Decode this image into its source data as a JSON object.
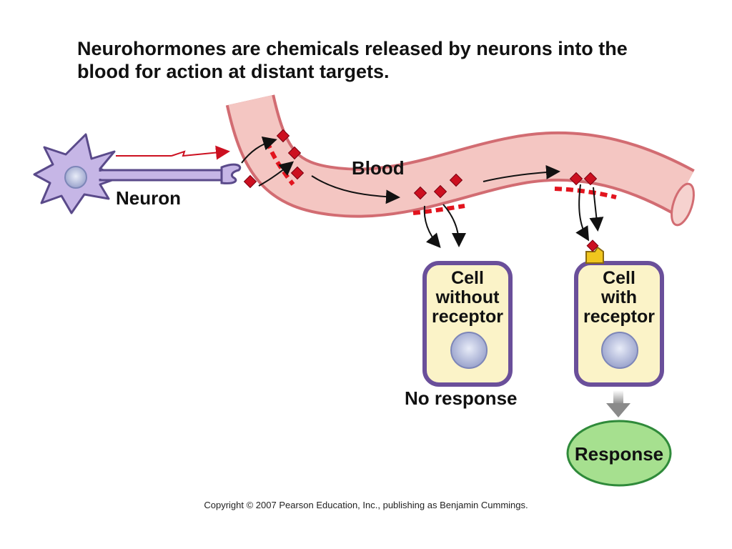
{
  "heading": {
    "term": "Neurohormones",
    "rest_line1": " are chemicals released by neurons into the",
    "rest_line2": "blood for action at distant targets."
  },
  "labels": {
    "neuron": "Neuron",
    "blood": "Blood",
    "cell_without_receptor": [
      "Cell",
      "without",
      "receptor"
    ],
    "cell_with_receptor": [
      "Cell",
      "with",
      "receptor"
    ],
    "no_response": "No response",
    "response": "Response"
  },
  "copyright": "Copyright © 2007 Pearson Education, Inc., publishing as Benjamin Cummings.",
  "colors": {
    "vessel_fill": "#f4c6c2",
    "vessel_edge": "#d26c72",
    "hormone": "#cc1020",
    "neuron_fill": "#c6b6e6",
    "neuron_edge": "#5a4a8a",
    "cell_fill": "#fbf3c8",
    "cell_edge": "#6a4f9a",
    "response_fill": "#a6e08f",
    "response_edge": "#2f8a3a",
    "receptor": "#f0c61e"
  }
}
